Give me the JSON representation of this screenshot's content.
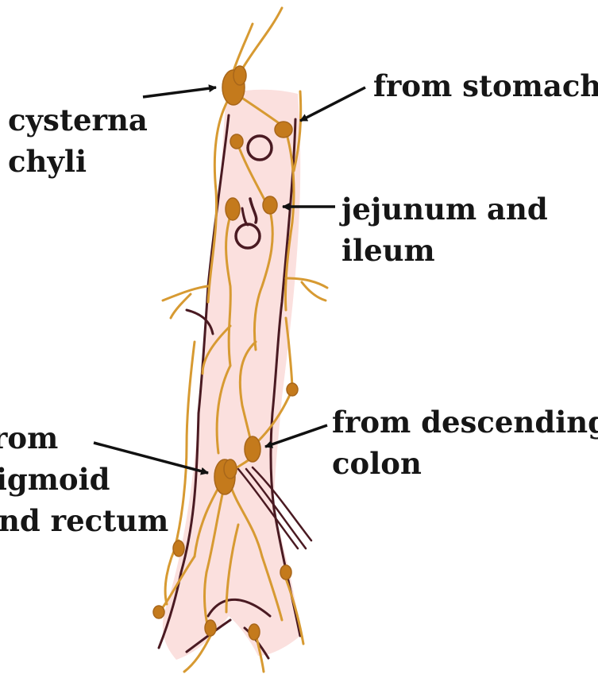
{
  "diagram": {
    "labels": {
      "cysterna_chyli": {
        "line1": "cysterna",
        "line2": "chyli"
      },
      "from_stomach": {
        "line1": "from stomach"
      },
      "jejunum_ileum": {
        "line1": "jejunum and",
        "line2": "ileum"
      },
      "descending_colon": {
        "line1": "from descending",
        "line2": "colon"
      },
      "sigmoid_rectum": {
        "line1": "from",
        "line2": "sigmoid",
        "line3": "and rectum"
      }
    },
    "colors": {
      "vessel_fill": "#fbe0de",
      "vessel_wall": "#4a1a22",
      "lymph_vessel": "#d79a32",
      "lymph_node": "#c47a1c",
      "arrow": "#111111"
    }
  }
}
